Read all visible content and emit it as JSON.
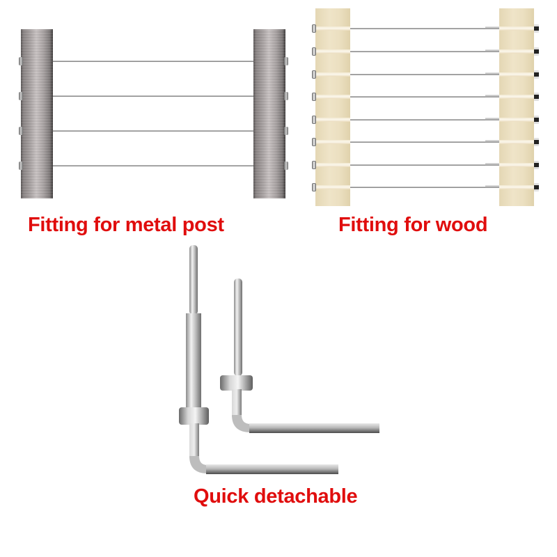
{
  "panels": {
    "metal": {
      "caption": "Fitting for metal post",
      "post_color": "#a9a3a3",
      "cable_rows_y": [
        88,
        138,
        188,
        238
      ]
    },
    "wood": {
      "caption": "Fitting for wood",
      "post_color": "#ebdfc0",
      "cable_rows_y": [
        40,
        73,
        106,
        138,
        171,
        203,
        236,
        268
      ]
    },
    "tools": {
      "caption": "Quick detachable",
      "items": [
        "long-fitting-tool",
        "short-fitting-tool"
      ]
    }
  },
  "colors": {
    "caption_red": "#e00d0d",
    "background": "#ffffff"
  }
}
